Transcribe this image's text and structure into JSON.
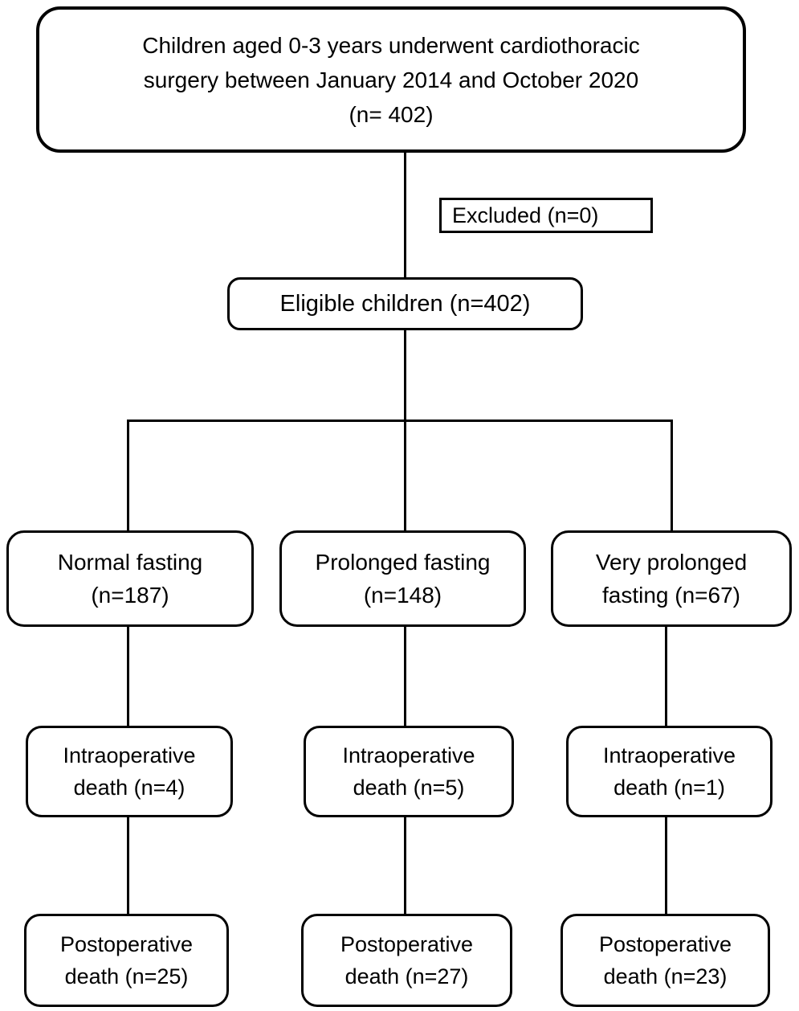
{
  "colors": {
    "ink": "#000000",
    "background": "#ffffff"
  },
  "diagram": {
    "type": "flowchart",
    "nodes": {
      "enrollment": {
        "line1": "Children aged 0-3 years underwent cardiothoracic",
        "line2": "surgery between January 2014 and October 2020",
        "line3": "(n= 402)"
      },
      "excluded": {
        "label": "Excluded (n=0)"
      },
      "eligible": {
        "label": "Eligible children (n=402)"
      },
      "groups": [
        {
          "line1": "Normal fasting",
          "line2": "(n=187)"
        },
        {
          "line1": "Prolonged fasting",
          "line2": "(n=148)"
        },
        {
          "line1": "Very prolonged",
          "line2": "fasting (n=67)"
        }
      ],
      "intraoperative": [
        {
          "line1": "Intraoperative",
          "line2": "death (n=4)"
        },
        {
          "line1": "Intraoperative",
          "line2": "death (n=5)"
        },
        {
          "line1": "Intraoperative",
          "line2": "death (n=1)"
        }
      ],
      "postoperative": [
        {
          "line1": "Postoperative",
          "line2": "death (n=25)"
        },
        {
          "line1": "Postoperative",
          "line2": "death (n=27)"
        },
        {
          "line1": "Postoperative",
          "line2": "death (n=23)"
        }
      ]
    }
  }
}
